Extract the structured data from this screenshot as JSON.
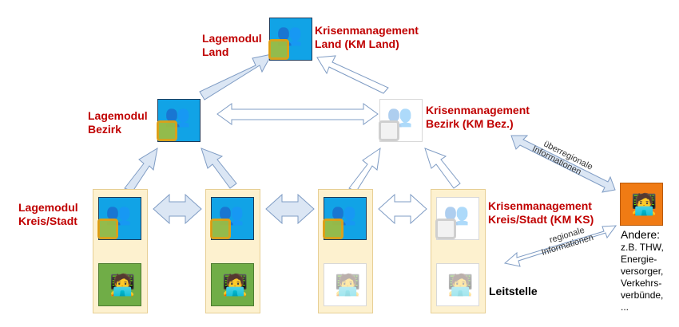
{
  "labels": {
    "lagemodul_land": [
      "Lagemodul",
      "Land"
    ],
    "km_land": [
      "Krisenmanagement",
      "Land (KM Land)"
    ],
    "lagemodul_bezirk": [
      "Lagemodul",
      "Bezirk"
    ],
    "km_bezirk": [
      "Krisenmanagement",
      "Bezirk (KM Bez.)"
    ],
    "lagemodul_kreis": [
      "Lagemodul",
      "Kreis/Stadt"
    ],
    "km_kreis": [
      "Krisenmanagement",
      "Kreis/Stadt (KM KS)"
    ],
    "leitstelle": "Leitstelle",
    "andere": [
      "Andere:",
      "z.B. THW,",
      "Energie-",
      "versorger,",
      "Verkehrs-",
      "verbünde,",
      "..."
    ]
  },
  "arrow_labels": {
    "ueberregional": [
      "überregionale",
      "Informationen"
    ],
    "regional": [
      "regionale",
      "Informationen"
    ]
  },
  "colors": {
    "label_red": "#c00000",
    "tile_blue": "#11a3e6",
    "tile_green": "#70ad47",
    "tile_orange": "#f07b14",
    "column_bg": "#fdf1cf",
    "arrow_fill": "#dbe6f4",
    "arrow_stroke": "#7f9cc4"
  },
  "icons": {
    "meeting": "meeting-room-icon",
    "dispatcher": "dispatcher-desk-icon",
    "map_overlay": "map-overlay-icon"
  }
}
